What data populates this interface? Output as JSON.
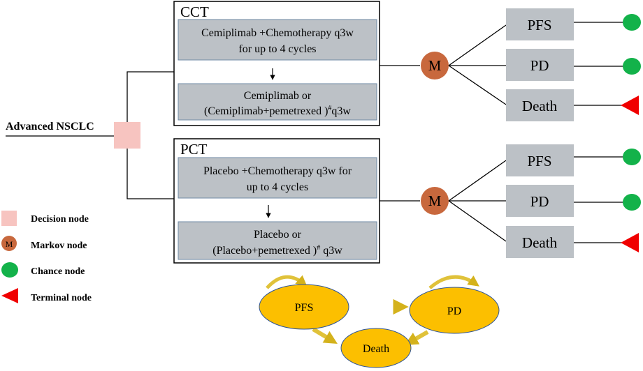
{
  "root": {
    "label": "Advanced NSCLC"
  },
  "arms": [
    {
      "title": "CCT",
      "step1": [
        "Cemiplimab +Chemotherapy q3w",
        "for up to 4 cycles"
      ],
      "step2": {
        "line1": "Cemiplimab or",
        "line2_pre": "(Cemiplimab+pemetrexed )",
        "sup": "#",
        "line2_post": "q3w"
      },
      "markov": "M",
      "states": [
        "PFS",
        "PD",
        "Death"
      ]
    },
    {
      "title": "PCT",
      "step1": [
        "Placebo +Chemotherapy q3w for",
        "up to 4 cycles"
      ],
      "step2": {
        "line1": "Placebo or",
        "line2_pre": "(Placebo+pemetrexed )",
        "sup": "#",
        "line2_post": " q3w"
      },
      "markov": "M",
      "states": [
        "PFS",
        "PD",
        "Death"
      ]
    }
  ],
  "legend": {
    "decision": "Decision node",
    "markov": "Markov node",
    "markov_symbol": "M",
    "chance": "Chance node",
    "terminal": "Terminal node"
  },
  "transition": {
    "pfs": "PFS",
    "pd": "PD",
    "death": "Death"
  },
  "colors": {
    "decision": "#f7c4c0",
    "markov": "#c8683d",
    "chance": "#13b24a",
    "terminal": "#f00000",
    "box": "#bcc1c6",
    "ellipse": "#fcbf00",
    "ellipse_stroke": "#2f5597",
    "arrow": "#e0c23a"
  }
}
